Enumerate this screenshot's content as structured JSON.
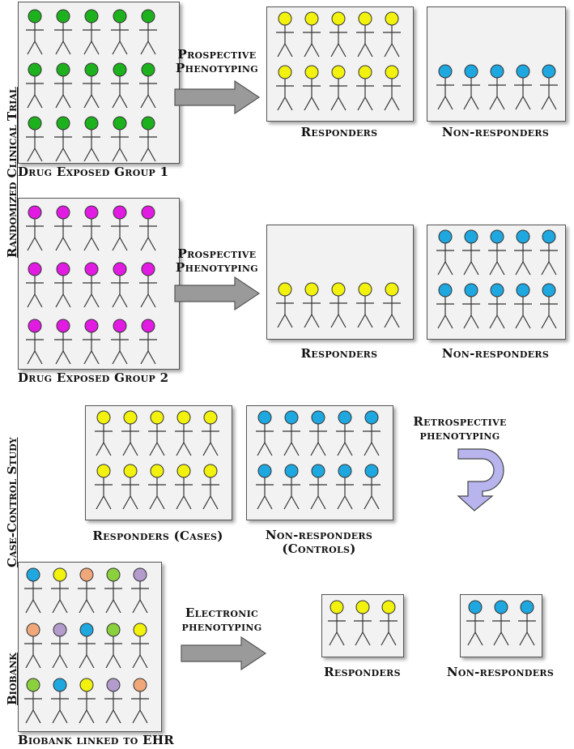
{
  "colors": {
    "green": "#1db21d",
    "yellow": "#f2f20e",
    "blue": "#1fa7e0",
    "magenta": "#e21be2",
    "peach": "#f0a77a",
    "lightgreen": "#8bd13e",
    "lavender": "#b39bcc"
  },
  "sections": {
    "rct": "Randomized Clinical Trial",
    "case_control": "Case-Control Study",
    "biobank": "Biobank"
  },
  "rct": {
    "group1": "Drug Exposed Group 1",
    "group2": "Drug Exposed Group 2",
    "arrow1": "Prospective Phenotyping",
    "arrow2": "Prospective Phenotyping",
    "responders1": "Responders",
    "nonresponders1": "Non-responders",
    "responders2": "Responders",
    "nonresponders2": "Non-responders"
  },
  "case_control": {
    "cases": "Responders (Cases)",
    "controls": "Non-responders (Controls)",
    "arrow": "Retrospective phenotyping"
  },
  "biobank": {
    "source": "Biobank linked to EHR",
    "arrow": "Electronic phenotyping",
    "responders": "Responders",
    "nonresponders": "Non-responders"
  },
  "figure_groups": {
    "group1": [
      [
        "green",
        "green",
        "green",
        "green",
        "green"
      ],
      [
        "green",
        "green",
        "green",
        "green",
        "green"
      ],
      [
        "green",
        "green",
        "green",
        "green",
        "green"
      ]
    ],
    "rct_resp1": [
      [
        "yellow",
        "yellow",
        "yellow",
        "yellow",
        "yellow"
      ],
      [
        "yellow",
        "yellow",
        "yellow",
        "yellow",
        "yellow"
      ]
    ],
    "rct_nonresp1": [
      [
        "blue",
        "blue",
        "blue",
        "blue",
        "blue"
      ]
    ],
    "group2": [
      [
        "magenta",
        "magenta",
        "magenta",
        "magenta",
        "magenta"
      ],
      [
        "magenta",
        "magenta",
        "magenta",
        "magenta",
        "magenta"
      ],
      [
        "magenta",
        "magenta",
        "magenta",
        "magenta",
        "magenta"
      ]
    ],
    "rct_resp2": [
      [
        "yellow",
        "yellow",
        "yellow",
        "yellow",
        "yellow"
      ]
    ],
    "rct_nonresp2": [
      [
        "blue",
        "blue",
        "blue",
        "blue",
        "blue"
      ],
      [
        "blue",
        "blue",
        "blue",
        "blue",
        "blue"
      ]
    ],
    "cc_cases": [
      [
        "yellow",
        "yellow",
        "yellow",
        "yellow",
        "yellow"
      ],
      [
        "yellow",
        "yellow",
        "yellow",
        "yellow",
        "yellow"
      ]
    ],
    "cc_controls": [
      [
        "blue",
        "blue",
        "blue",
        "blue",
        "blue"
      ],
      [
        "blue",
        "blue",
        "blue",
        "blue",
        "blue"
      ]
    ],
    "bio_source": [
      [
        "blue",
        "yellow",
        "peach",
        "lightgreen",
        "lavender"
      ],
      [
        "peach",
        "lavender",
        "blue",
        "lightgreen",
        "yellow"
      ],
      [
        "lightgreen",
        "blue",
        "yellow",
        "lavender",
        "peach"
      ]
    ],
    "bio_resp": [
      [
        "yellow",
        "yellow",
        "yellow"
      ]
    ],
    "bio_nonresp": [
      [
        "blue",
        "blue",
        "blue"
      ]
    ]
  }
}
